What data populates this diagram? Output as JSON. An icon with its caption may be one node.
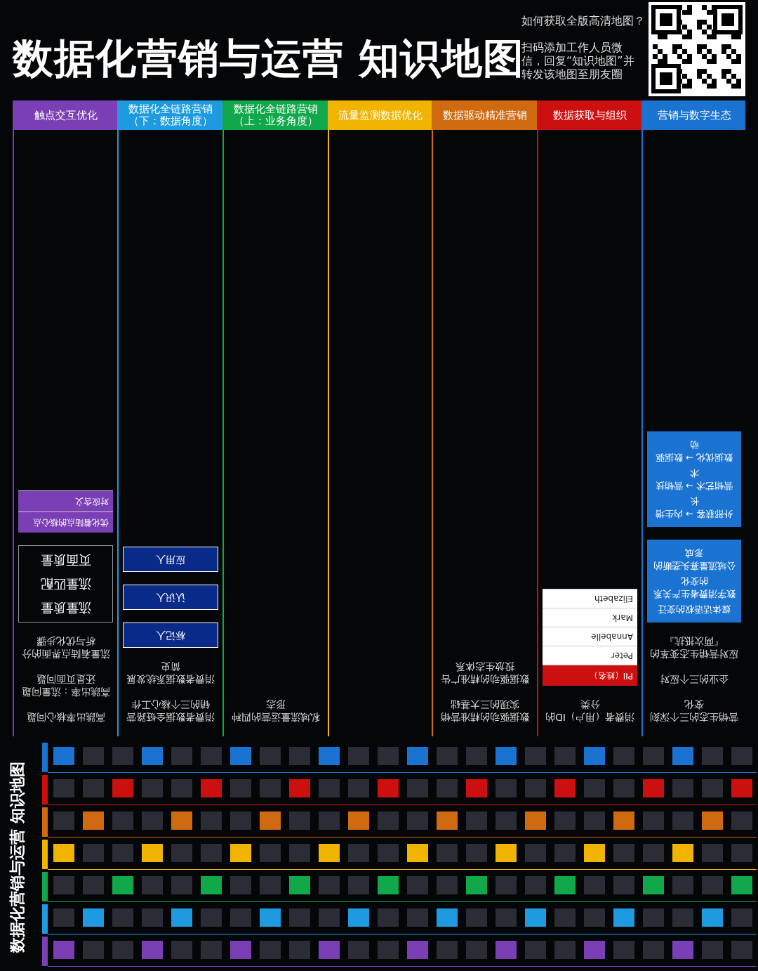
{
  "diagram": {
    "title": "数据化营销与运营 知识地图",
    "nodes": [
      {
        "text": [
          "触点交互优化",
          "高跳出率核心问题",
          "高跳出率：流量问题还是页面问题",
          "流量着陆点界面的分析与优化步骤"
        ]
      },
      {
        "text": [
          "流量质量",
          "流量匹配",
          "页面质量"
        ],
        "in": 0
      },
      {
        "text": [
          "优化着陆点的核心点",
          "对应含义"
        ],
        "in": 0
      },
      {
        "text": [
          "数据化全链路营销（下：数据角度）",
          "消费者数据全链路营销的三个核心工作",
          "消费者数据系统发展简史"
        ]
      },
      {
        "text": [
          "标记人"
        ],
        "in": 3
      },
      {
        "text": [
          "认识人"
        ],
        "in": 3
      },
      {
        "text": [
          "应用人"
        ],
        "in": 3
      },
      {
        "text": [
          "数据化全链路营销（上：业务角度）",
          "私域流量运营的四种形态"
        ]
      },
      {
        "text": [
          "流量监测数据优化"
        ]
      },
      {
        "text": [
          "数据驱动精准营销",
          "数据驱动的精准营销实现的三大基础",
          "数据驱动的精准广告投放生态体系"
        ]
      },
      {
        "text": [
          "数据获取与组织",
          "消费者（用户）ID的分类"
        ]
      },
      {
        "text": [
          "PII（姓名）",
          "Peter",
          "Annabelle",
          "Mark",
          "Elizabeth"
        ],
        "in": 10
      },
      {
        "text": [
          "营销与数字生态",
          "营销生态的三个深刻变化",
          "企业的三个应对",
          "应对营销生态变革的『两次抵抗』"
        ]
      },
      {
        "text": [
          "媒体话语权的变迁",
          "数字消费者生产关系的变化",
          "公域流量寡头垄断的形成"
        ],
        "in": 12
      },
      {
        "text": [
          "外部获客 → 内生增长",
          "营销艺术 → 营销技术",
          "数据优化 → 数据驱动"
        ],
        "in": 12
      }
    ],
    "labels": [
      "如何获取全版高清地图？",
      "扫码添加工作人员微信，回复“知识地图”并转发该地图至朋友圈",
      "数据化营销与运营 知识地图"
    ]
  }
}
